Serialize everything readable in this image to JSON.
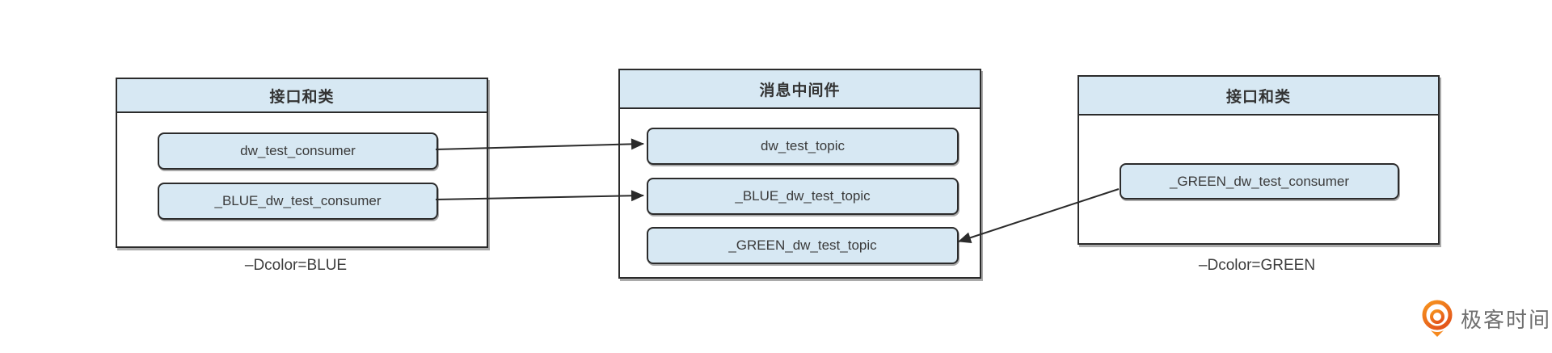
{
  "diagram": {
    "left_group": {
      "title": "接口和类",
      "items": [
        {
          "label": "dw_test_consumer"
        },
        {
          "label": "_BLUE_dw_test_consumer"
        }
      ],
      "caption": "–Dcolor=BLUE"
    },
    "middle_group": {
      "title": "消息中间件",
      "items": [
        {
          "label": "dw_test_topic"
        },
        {
          "label": "_BLUE_dw_test_topic"
        },
        {
          "label": "_GREEN_dw_test_topic"
        }
      ]
    },
    "right_group": {
      "title": "接口和类",
      "items": [
        {
          "label": "_GREEN_dw_test_consumer"
        }
      ],
      "caption": "–Dcolor=GREEN"
    },
    "edges": [
      {
        "from": "dw_test_consumer",
        "to": "dw_test_topic"
      },
      {
        "from": "_BLUE_dw_test_consumer",
        "to": "_BLUE_dw_test_topic"
      },
      {
        "from": "_GREEN_dw_test_consumer",
        "to": "_GREEN_dw_test_topic"
      }
    ],
    "colors": {
      "node_fill": "#d7e8f3",
      "node_border": "#2b2b2b",
      "arrow": "#2b2b2b",
      "text": "#3a3a3a"
    }
  },
  "branding": {
    "logo_text": "极客时间",
    "logo_color": "#ee6c1d",
    "logo_text_color": "#6f6f6f"
  }
}
